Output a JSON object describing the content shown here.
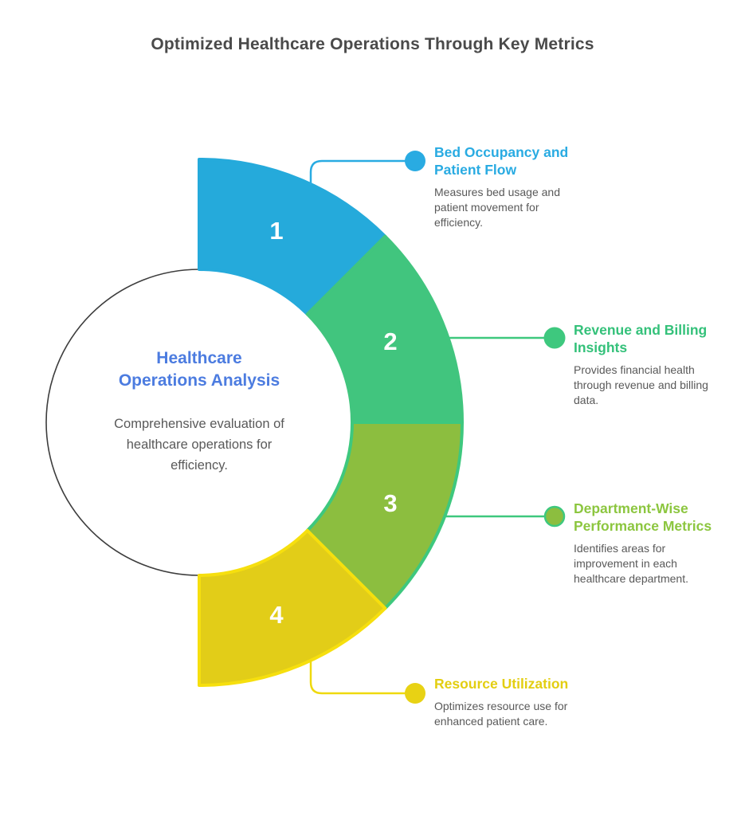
{
  "header": {
    "title": "Optimized Healthcare Operations Through Key Metrics"
  },
  "center": {
    "title_lines": [
      "Healthcare",
      "Operations Analysis"
    ],
    "description": "Comprehensive evaluation of healthcare operations for efficiency."
  },
  "steps": [
    {
      "number": "1",
      "label": "Bed Occupancy and Patient Flow",
      "description": "Measures bed usage and patient movement for efficiency.",
      "fill": "#25AADB",
      "edge": "#25AADB",
      "line_color": "#29ABE2",
      "dot_fill": "#29ABE2",
      "dot_stroke": "#29ABE2",
      "label_color": "#29ABE2"
    },
    {
      "number": "2",
      "label": "Revenue and Billing Insights",
      "description": "Provides financial health through revenue and billing data.",
      "fill": "#41C57E",
      "edge": "#41C57E",
      "line_color": "#3EC87E",
      "dot_fill": "#3EC87E",
      "dot_stroke": "#3EC87E",
      "label_color": "#34C17A"
    },
    {
      "number": "3",
      "label": "Department-Wise Performance Metrics",
      "description": "Identifies areas for improvement in each healthcare department.",
      "fill": "#8CBE3F",
      "edge": "#3EC87E",
      "line_color": "#3EC87E",
      "dot_fill": "#8CBE3F",
      "dot_stroke": "#3EC87E",
      "label_color": "#8CC63F"
    },
    {
      "number": "4",
      "label": "Resource Utilization",
      "description": "Optimizes resource use for enhanced patient care.",
      "fill": "#E2CD18",
      "edge": "#F6DF0E",
      "line_color": "#EFD90E",
      "dot_fill": "#E8D214",
      "dot_stroke": "#E8D214",
      "label_color": "#E3CE11"
    }
  ],
  "colors": {
    "header_text": "#4A4A4A",
    "center_title": "#4C7CE0",
    "body_text": "#595959",
    "circle_outline": "#3D3D3D",
    "background": "#FFFFFF"
  }
}
